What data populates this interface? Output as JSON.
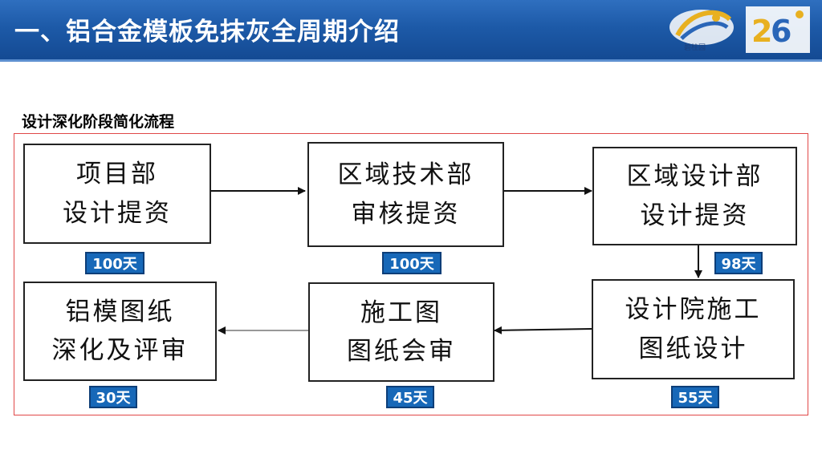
{
  "header": {
    "title": "一、铝合金模板免抹灰全周期介绍",
    "logo_small_text": "碧桂园"
  },
  "subtitle": "设计深化阶段简化流程",
  "colors": {
    "header_blue": "#1d5aa8",
    "badge_blue": "#1768b8",
    "frame_red": "#e04848"
  },
  "steps": [
    {
      "line1": "项目部",
      "line2": "设计提资",
      "days": "100天"
    },
    {
      "line1": "区域技术部",
      "line2": "审核提资",
      "days": "100天"
    },
    {
      "line1": "区域设计部",
      "line2": "设计提资",
      "days": "98天"
    },
    {
      "line1": "设计院施工",
      "line2": "图纸设计",
      "days": "55天"
    },
    {
      "line1": "施工图",
      "line2": "图纸会审",
      "days": "45天"
    },
    {
      "line1": "铝模图纸",
      "line2": "深化及评审",
      "days": "30天"
    }
  ]
}
